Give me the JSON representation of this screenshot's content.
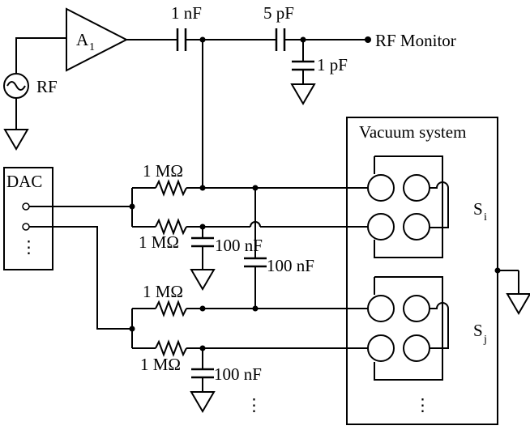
{
  "labels": {
    "amplifier_main": "A",
    "amplifier_sub": "1",
    "rf_source": "RF",
    "cap_1nf": "1 nF",
    "cap_5pf": "5 pF",
    "cap_1pf": "1 pF",
    "rf_monitor": "RF Monitor",
    "dac": "DAC",
    "dac_ellipsis": "⋮",
    "vacuum_system": "Vacuum system",
    "res_1": "1 MΩ",
    "res_2": "1 MΩ",
    "res_3": "1 MΩ",
    "res_4": "1 MΩ",
    "cap_100nf_1": "100 nF",
    "cap_100nf_mid": "100 nF",
    "cap_100nf_2": "100 nF",
    "si_main": "S",
    "si_sub": "i",
    "sj_main": "S",
    "sj_sub": "j",
    "ellipsis_bottom": "⋮",
    "ellipsis_vacuum": "⋮"
  }
}
